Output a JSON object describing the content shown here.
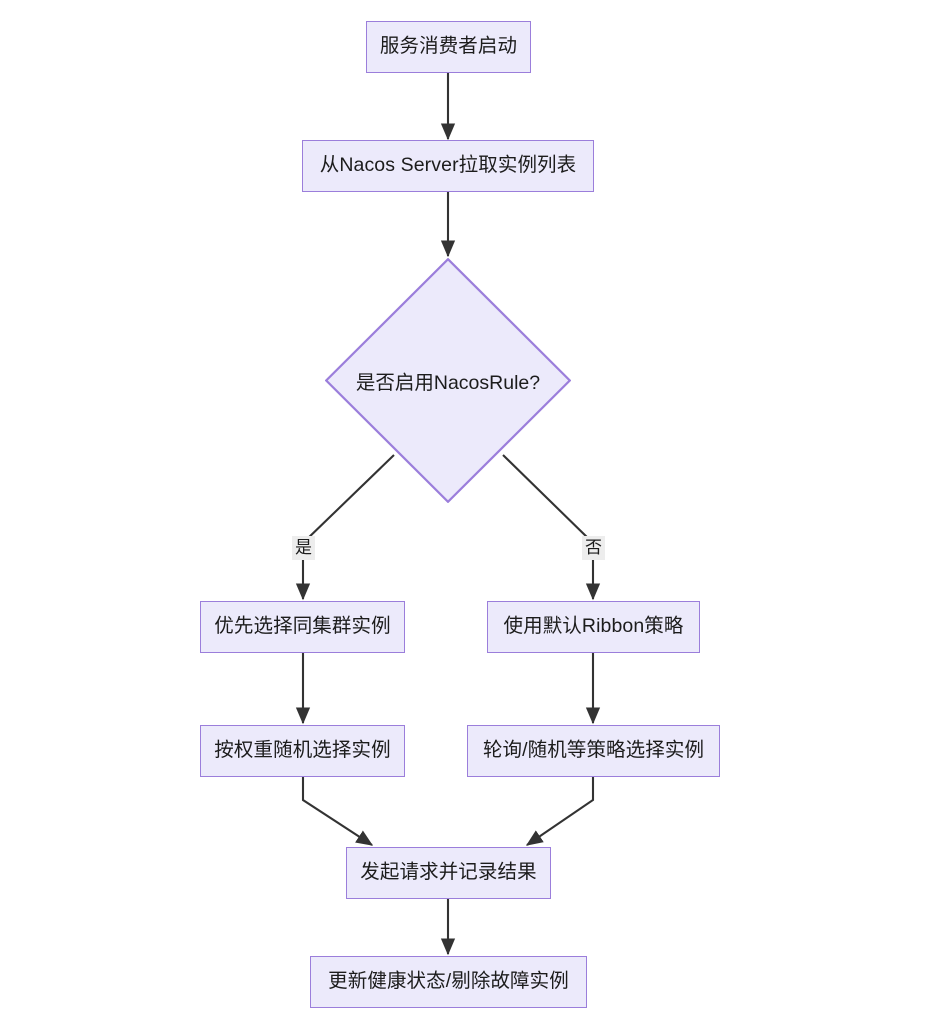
{
  "diagram": {
    "type": "flowchart",
    "direction": "top-down",
    "title": "",
    "colors": {
      "node_fill": "#ECEAFB",
      "node_border": "#9B7EDB",
      "edge_stroke": "#333333",
      "edge_label_bg": "#EDEDED",
      "text": "#1c1c1c",
      "background": "#ffffff"
    },
    "nodes": [
      {
        "id": "start",
        "shape": "rect",
        "label": "服务消费者启动"
      },
      {
        "id": "pull",
        "shape": "rect",
        "label": "从Nacos Server拉取实例列表"
      },
      {
        "id": "decision",
        "shape": "diamond",
        "label": "是否启用NacosRule?"
      },
      {
        "id": "same_cluster",
        "shape": "rect",
        "label": "优先选择同集群实例"
      },
      {
        "id": "ribbon",
        "shape": "rect",
        "label": "使用默认Ribbon策略"
      },
      {
        "id": "weighted",
        "shape": "rect",
        "label": "按权重随机选择实例"
      },
      {
        "id": "roundrobin",
        "shape": "rect",
        "label": "轮询/随机等策略选择实例"
      },
      {
        "id": "request",
        "shape": "rect",
        "label": "发起请求并记录结果"
      },
      {
        "id": "health",
        "shape": "rect",
        "label": "更新健康状态/剔除故障实例"
      }
    ],
    "edges": [
      {
        "from": "start",
        "to": "pull",
        "label": ""
      },
      {
        "from": "pull",
        "to": "decision",
        "label": ""
      },
      {
        "from": "decision",
        "to": "same_cluster",
        "label": "是"
      },
      {
        "from": "decision",
        "to": "ribbon",
        "label": "否"
      },
      {
        "from": "same_cluster",
        "to": "weighted",
        "label": ""
      },
      {
        "from": "ribbon",
        "to": "roundrobin",
        "label": ""
      },
      {
        "from": "weighted",
        "to": "request",
        "label": ""
      },
      {
        "from": "roundrobin",
        "to": "request",
        "label": ""
      },
      {
        "from": "request",
        "to": "health",
        "label": ""
      }
    ]
  }
}
